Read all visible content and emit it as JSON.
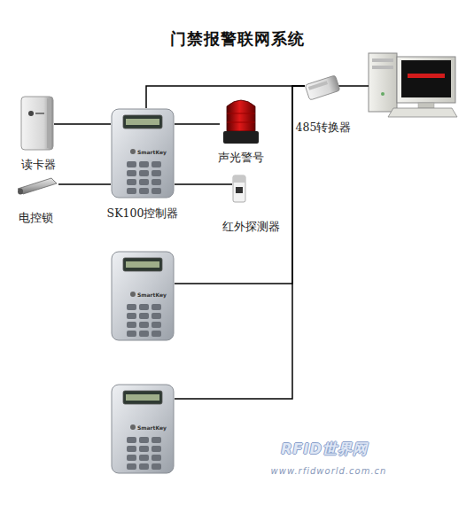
{
  "diagram": {
    "title": "门禁报警联网系统",
    "nodes": [
      {
        "text": [
          "读卡器"
        ]
      },
      {
        "text": [
          "SmartKey",
          "SK100控制器"
        ]
      },
      {
        "text": [
          "声光警号"
        ]
      },
      {
        "text": [
          "485转换器"
        ]
      },
      {
        "text": [
          "电控锁"
        ]
      },
      {
        "text": [
          "红外探测器"
        ]
      },
      {
        "text": [
          "SmartKey"
        ]
      },
      {
        "text": [
          "SmartKey"
        ]
      }
    ],
    "edges": [
      {
        "from": 0,
        "to": 1,
        "arrow": "none"
      },
      {
        "from": 4,
        "to": 1,
        "arrow": "none"
      },
      {
        "from": 1,
        "to": 2,
        "arrow": "none"
      },
      {
        "from": 1,
        "to": 5,
        "arrow": "none"
      },
      {
        "from": 3,
        "to": 1,
        "arrow": "none"
      },
      {
        "from": 3,
        "to": 6,
        "arrow": "none"
      },
      {
        "from": 3,
        "to": 7,
        "arrow": "none"
      }
    ],
    "labels": [
      "RFID世界网",
      "www.rfidworld.com.cn"
    ]
  }
}
